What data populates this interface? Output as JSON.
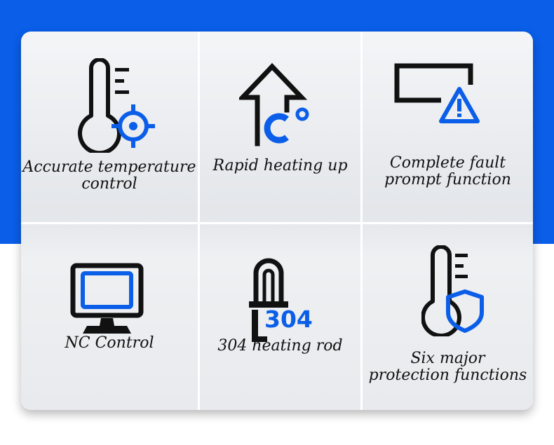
{
  "colors": {
    "accent": "#0a5ee8",
    "icon_dark": "#111111"
  },
  "features": [
    {
      "icon": "thermometer-target-icon",
      "line1": "Accurate temperature",
      "line2": "control"
    },
    {
      "icon": "house-celsius-icon",
      "line1": "Rapid heating up",
      "line2": ""
    },
    {
      "icon": "screen-warning-icon",
      "line1": "Complete fault",
      "line2": "prompt function"
    },
    {
      "icon": "monitor-icon",
      "line1": "NC Control",
      "line2": ""
    },
    {
      "icon": "heating-rod-icon",
      "line1": "304 heating rod",
      "line2": "",
      "badge": "304"
    },
    {
      "icon": "thermometer-shield-icon",
      "line1": "Six major",
      "line2": "protection functions"
    }
  ]
}
